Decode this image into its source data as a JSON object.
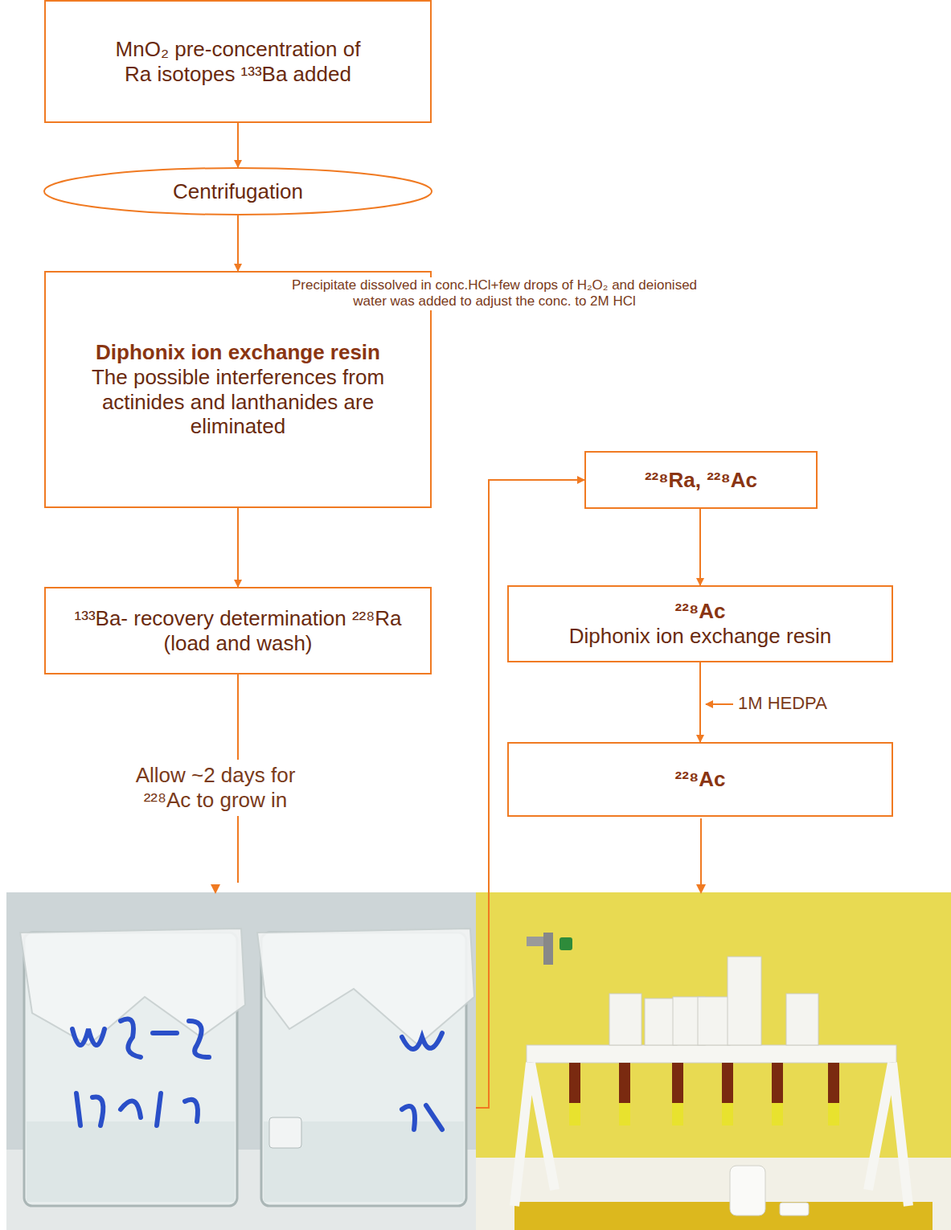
{
  "diagram": {
    "nodes": [
      {
        "text": [
          "MnO₂ pre-concentration of Ra isotopes ¹³³Ba added"
        ]
      },
      {
        "text": [
          "Centrifugation"
        ]
      },
      {
        "text": [
          "Diphonix ion exchange resin",
          "The possible interferences from actinides and lanthanides are eliminated"
        ]
      },
      {
        "text": [
          "¹³³Ba- recovery determination ²²⁸Ra (load and wash)"
        ]
      },
      {
        "text": [
          "²²⁸Ra, ²²⁸Ac"
        ]
      },
      {
        "text": [
          "²²⁸Ac",
          "Diphonix ion exchange resin"
        ]
      },
      {
        "text": [
          "²²⁸Ac"
        ]
      }
    ],
    "edges": [
      {
        "from": 0,
        "to": 1,
        "arrow": "to"
      },
      {
        "from": 1,
        "to": 2,
        "arrow": "to"
      },
      {
        "from": 2,
        "to": 3,
        "arrow": "to"
      },
      {
        "from": 3,
        "to": 4,
        "arrow": "to",
        "label": "Allow ~2 days for ²²⁸Ac to grow in"
      },
      {
        "from": 4,
        "to": 5,
        "arrow": "to"
      },
      {
        "from": 5,
        "to": 6,
        "arrow": "to"
      }
    ],
    "labels": [
      "Precipitate dissolved in conc.HCl+few drops of H₂O₂ and deionised water was added to adjust the conc. to 2M HCl",
      "1M HEDPA"
    ]
  }
}
